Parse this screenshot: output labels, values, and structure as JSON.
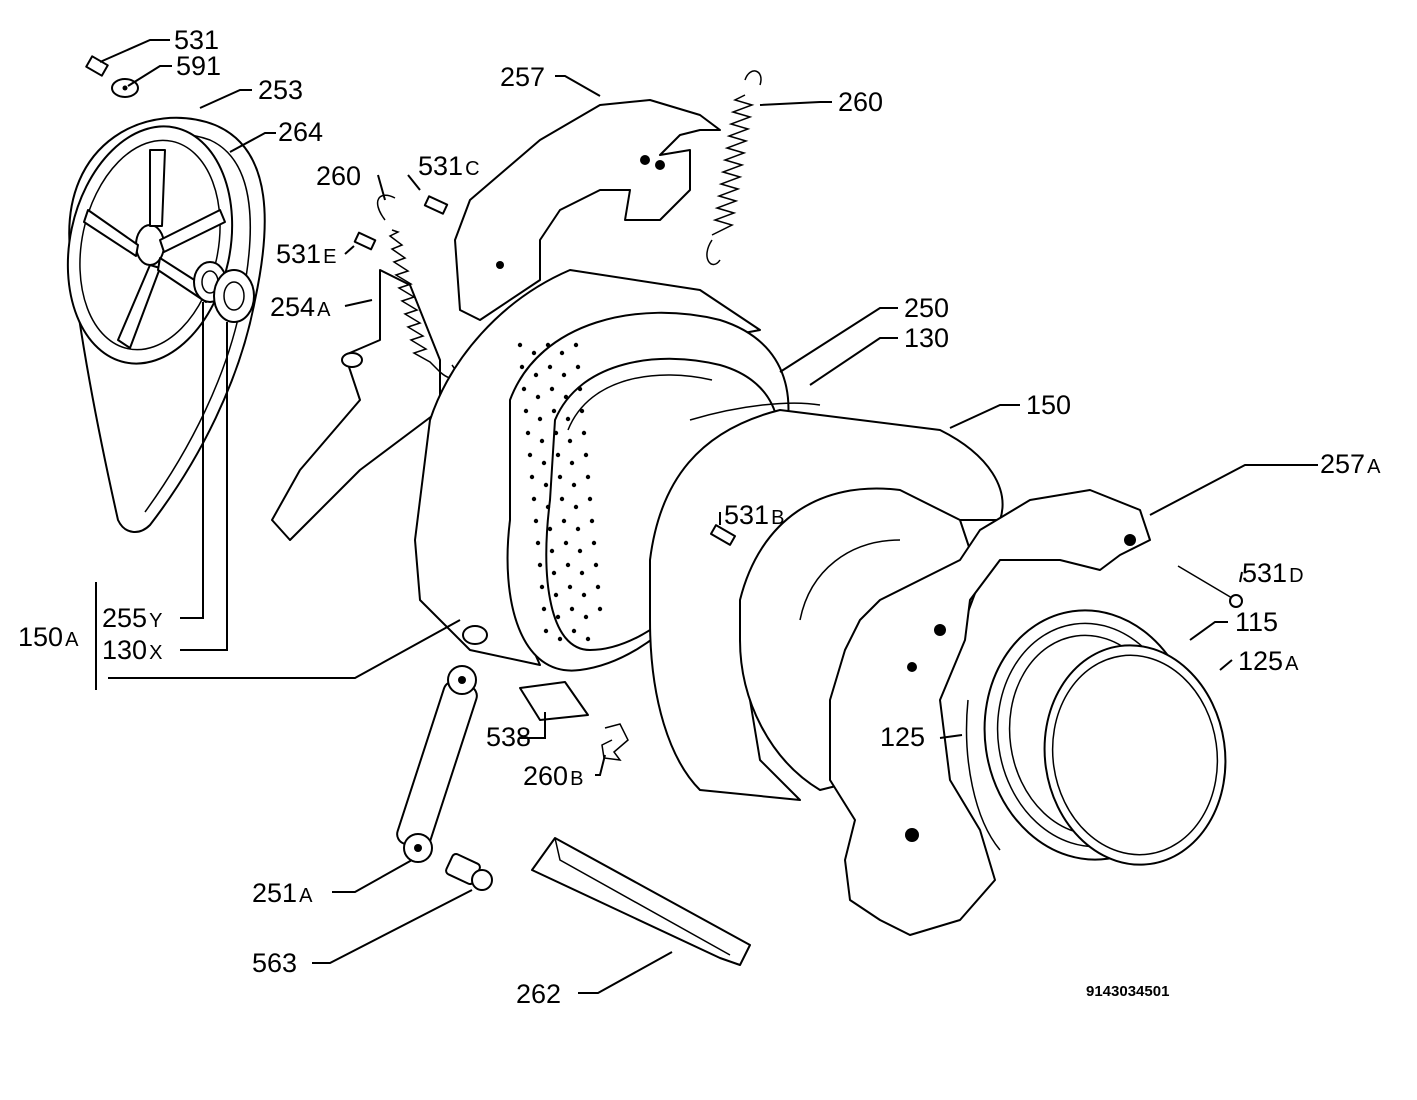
{
  "labels": {
    "l531": "531",
    "l591": "591",
    "l253": "253",
    "l264": "264",
    "l257": "257",
    "l260_top": "260",
    "l260_left": "260",
    "l531c": "531C",
    "l531e": "531E",
    "l254a": "254A",
    "l250": "250",
    "l130": "130",
    "l150": "150",
    "l257a": "257A",
    "l531b": "531B",
    "l531d": "531D",
    "l115": "115",
    "l125a": "125A",
    "l125": "125",
    "l150a": "150A",
    "l255y": "255Y",
    "l130x": "130X",
    "l538": "538",
    "l260b": "260B",
    "l251a": "251A",
    "l563": "563",
    "l262": "262"
  },
  "drawing_code": "9143034501"
}
